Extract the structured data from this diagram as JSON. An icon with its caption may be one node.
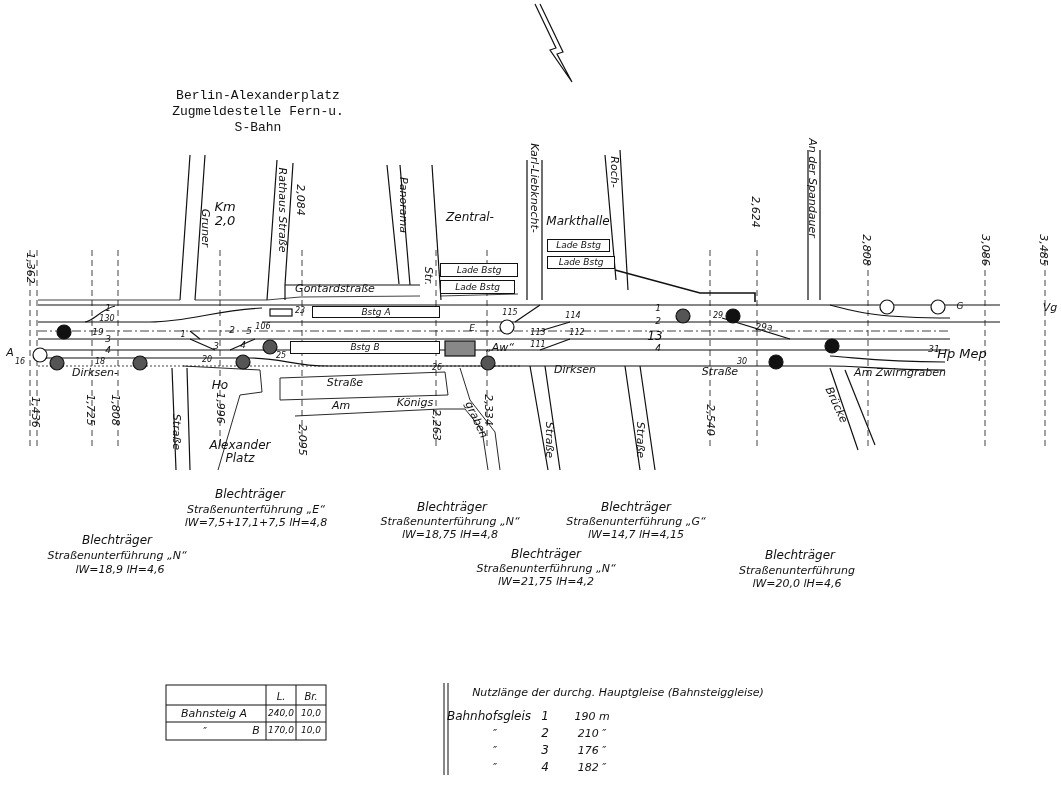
{
  "diagram": {
    "title": "Berlin-Alexanderplatz Zugmeldestelle Fern-u. S-Bahn",
    "nodes": [
      {
        "text": [
          "Bstg A"
        ]
      },
      {
        "text": [
          "Bstg B"
        ]
      },
      {
        "text": [
          "Lade Bstg"
        ]
      },
      {
        "text": [
          "Lade Bstg"
        ]
      },
      {
        "text": [
          "Lade Bstg"
        ]
      },
      {
        "text": [
          "Lade Bstg"
        ]
      }
    ],
    "labels": [
      "Karl-Liebknecht-",
      "Roch-",
      "An der Spandauer",
      "Gruner",
      "Km 2,0",
      "Rathaus Straße",
      "2,084",
      "Panorama",
      "Zentral-",
      "Markthalle",
      "2,624",
      "2,808",
      "3,086",
      "3,485",
      "1,362",
      "Str.",
      "Gontardstraße",
      "1",
      "23",
      "1",
      "G",
      "Vg",
      "130",
      "115",
      "114",
      "29",
      "106",
      "E",
      "2",
      "29a",
      "19",
      "1",
      "2",
      "5",
      "113",
      "112",
      "3",
      "3",
      "4",
      "„Aw“",
      "111",
      "13",
      "A",
      "4",
      "25",
      "4",
      "31",
      "Hp Mep",
      "16",
      "18",
      "20",
      "26",
      "30",
      "Dirksen-",
      "Dirksen",
      "Straße",
      "Am Zwirngraben",
      "Ho",
      "Straße",
      "Am",
      "Königs",
      "1,436",
      "1,725",
      "1,808",
      "Straße",
      "1,996",
      "Alexander Platz",
      "2,095",
      "2,263",
      "graben",
      "2,334",
      "Straße",
      "Straße",
      "2,540",
      "Brücke",
      "Blechträger",
      "Straßenunterführung „E“",
      "lW=7,5+17,1+7,5  lH=4,8",
      "Blechträger",
      "Straßenunterführung „N“",
      "lW=18,75  lH=4,8",
      "Blechträger",
      "Straßenunterführung „G“",
      "lW=14,7  lH=4,15",
      "Blechträger",
      "Straßenunterführung „N“",
      "lW=18,9  lH=4,6",
      "Blechträger",
      "Straßenunterführung „N“",
      "lW=21,75  lH=4,2",
      "Blechträger",
      "Straßenunterführung",
      "lW=20,0  lH=4,6",
      "L.",
      "Br.",
      "Bahnsteig A",
      "240,0",
      "10,0",
      "″",
      "B",
      "170,0",
      "10,0",
      "Nutzlänge der durchg. Hauptgleise (Bahnsteiggleise)",
      "Bahnhofsgleis",
      "1",
      "190 m",
      "″",
      "2",
      "210 ″",
      "″",
      "3",
      "176 ″",
      "″",
      "4",
      "182 ″"
    ]
  }
}
